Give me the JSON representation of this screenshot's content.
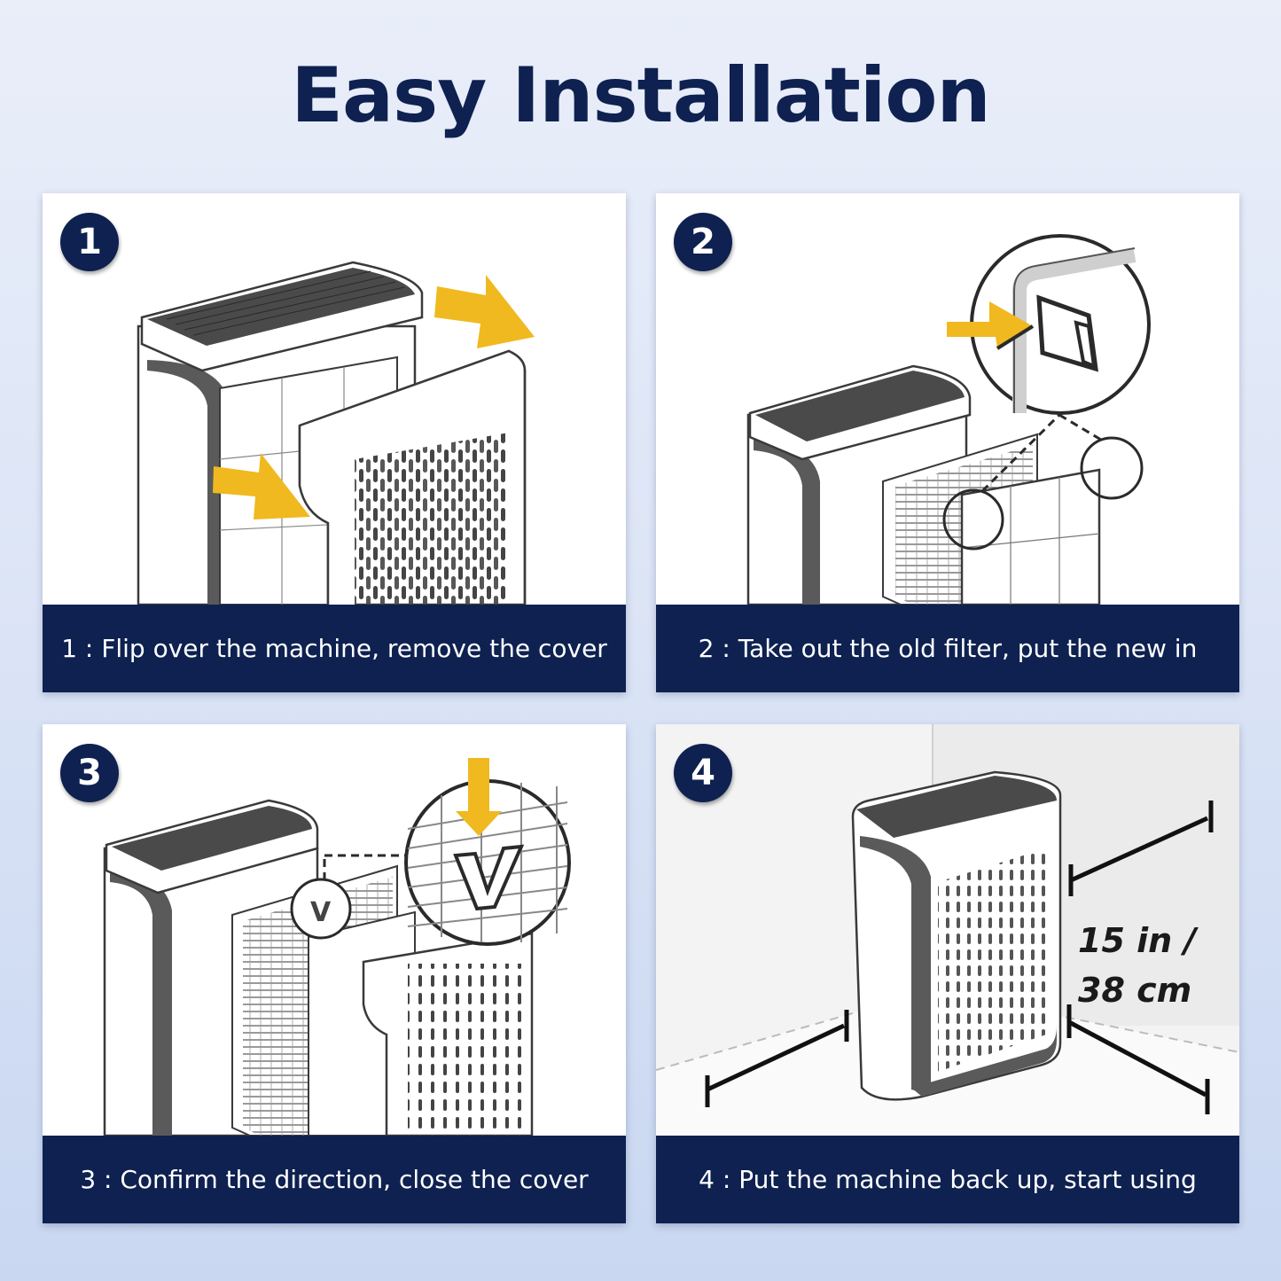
{
  "title": "Easy Installation",
  "steps": [
    {
      "number": "1",
      "caption": "1 : Flip over the machine, remove the cover"
    },
    {
      "number": "2",
      "caption": "2 : Take out the old filter, put the new in"
    },
    {
      "number": "3",
      "caption": "3 : Confirm the direction, close the cover"
    },
    {
      "number": "4",
      "caption": "4 : Put the machine back up, start using"
    }
  ],
  "clearance": {
    "line1": "15 in /",
    "line2": "38 cm"
  },
  "colors": {
    "navy": "#0e2150",
    "arrow": "#f0b920",
    "machine_gray": "#5a5a5a",
    "outline": "#3a3a3a"
  }
}
